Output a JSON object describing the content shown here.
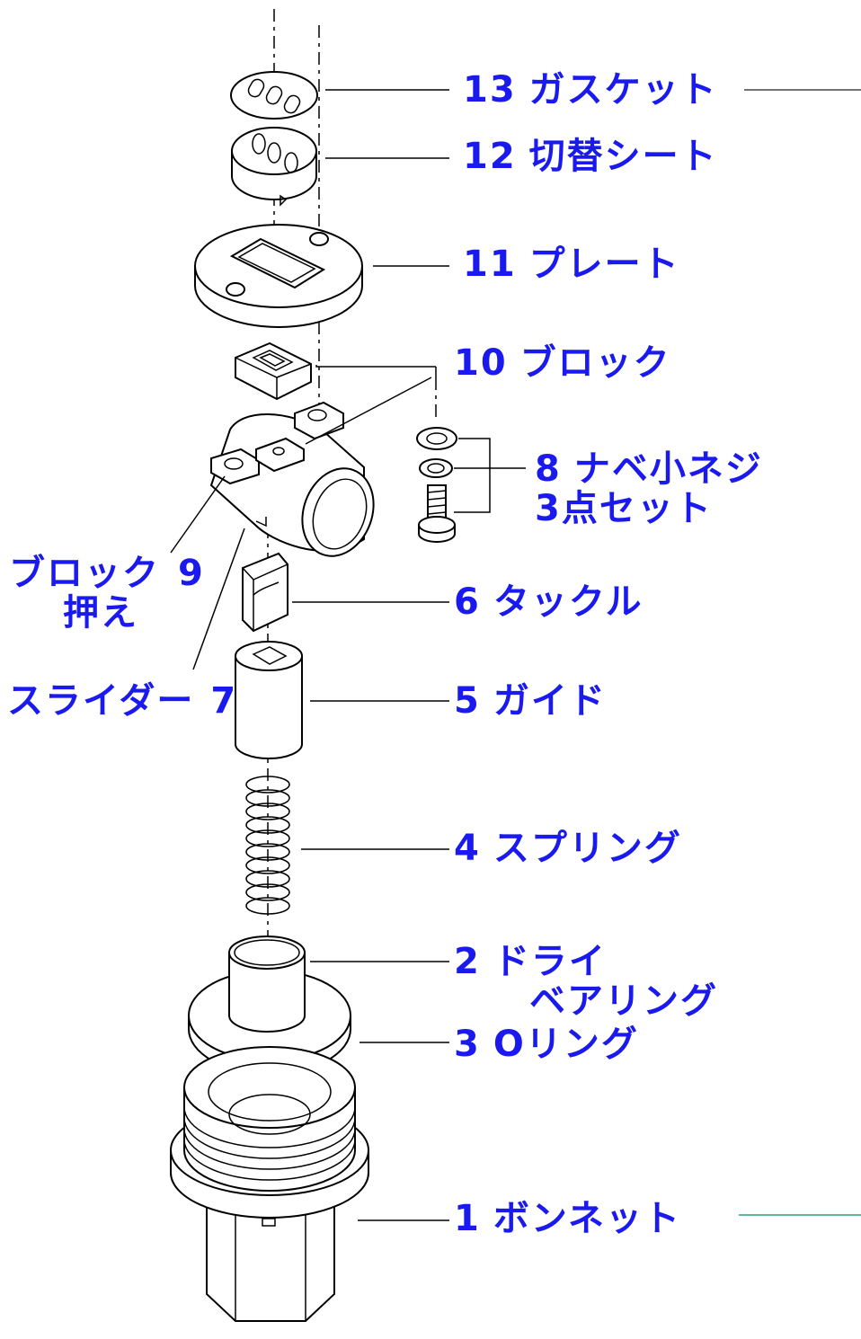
{
  "colors": {
    "label": "#1a1aee",
    "line": "#000000",
    "edge_rule_top": "#444444",
    "edge_rule_bottom": "#2aa070"
  },
  "parts": [
    {
      "id": "p13",
      "num": "13",
      "name": "ガスケット"
    },
    {
      "id": "p12",
      "num": "12",
      "name": "切替シート"
    },
    {
      "id": "p11",
      "num": "11",
      "name": "プレート"
    },
    {
      "id": "p10",
      "num": "10",
      "name": "ブロック"
    },
    {
      "id": "p8",
      "num": "8",
      "name": "ナベ小ネジ",
      "name2": "3点セット"
    },
    {
      "id": "p9",
      "num": "9",
      "name": "ブロック",
      "name2": "押え"
    },
    {
      "id": "p6",
      "num": "6",
      "name": "タックル"
    },
    {
      "id": "p7",
      "num": "7",
      "name": "スライダー"
    },
    {
      "id": "p5",
      "num": "5",
      "name": "ガイド"
    },
    {
      "id": "p4",
      "num": "4",
      "name": "スプリング"
    },
    {
      "id": "p2",
      "num": "2",
      "name": "ドライ",
      "name2": "ベアリング"
    },
    {
      "id": "p3",
      "num": "3",
      "name": "Oリング"
    },
    {
      "id": "p1",
      "num": "1",
      "name": "ボンネット"
    }
  ]
}
